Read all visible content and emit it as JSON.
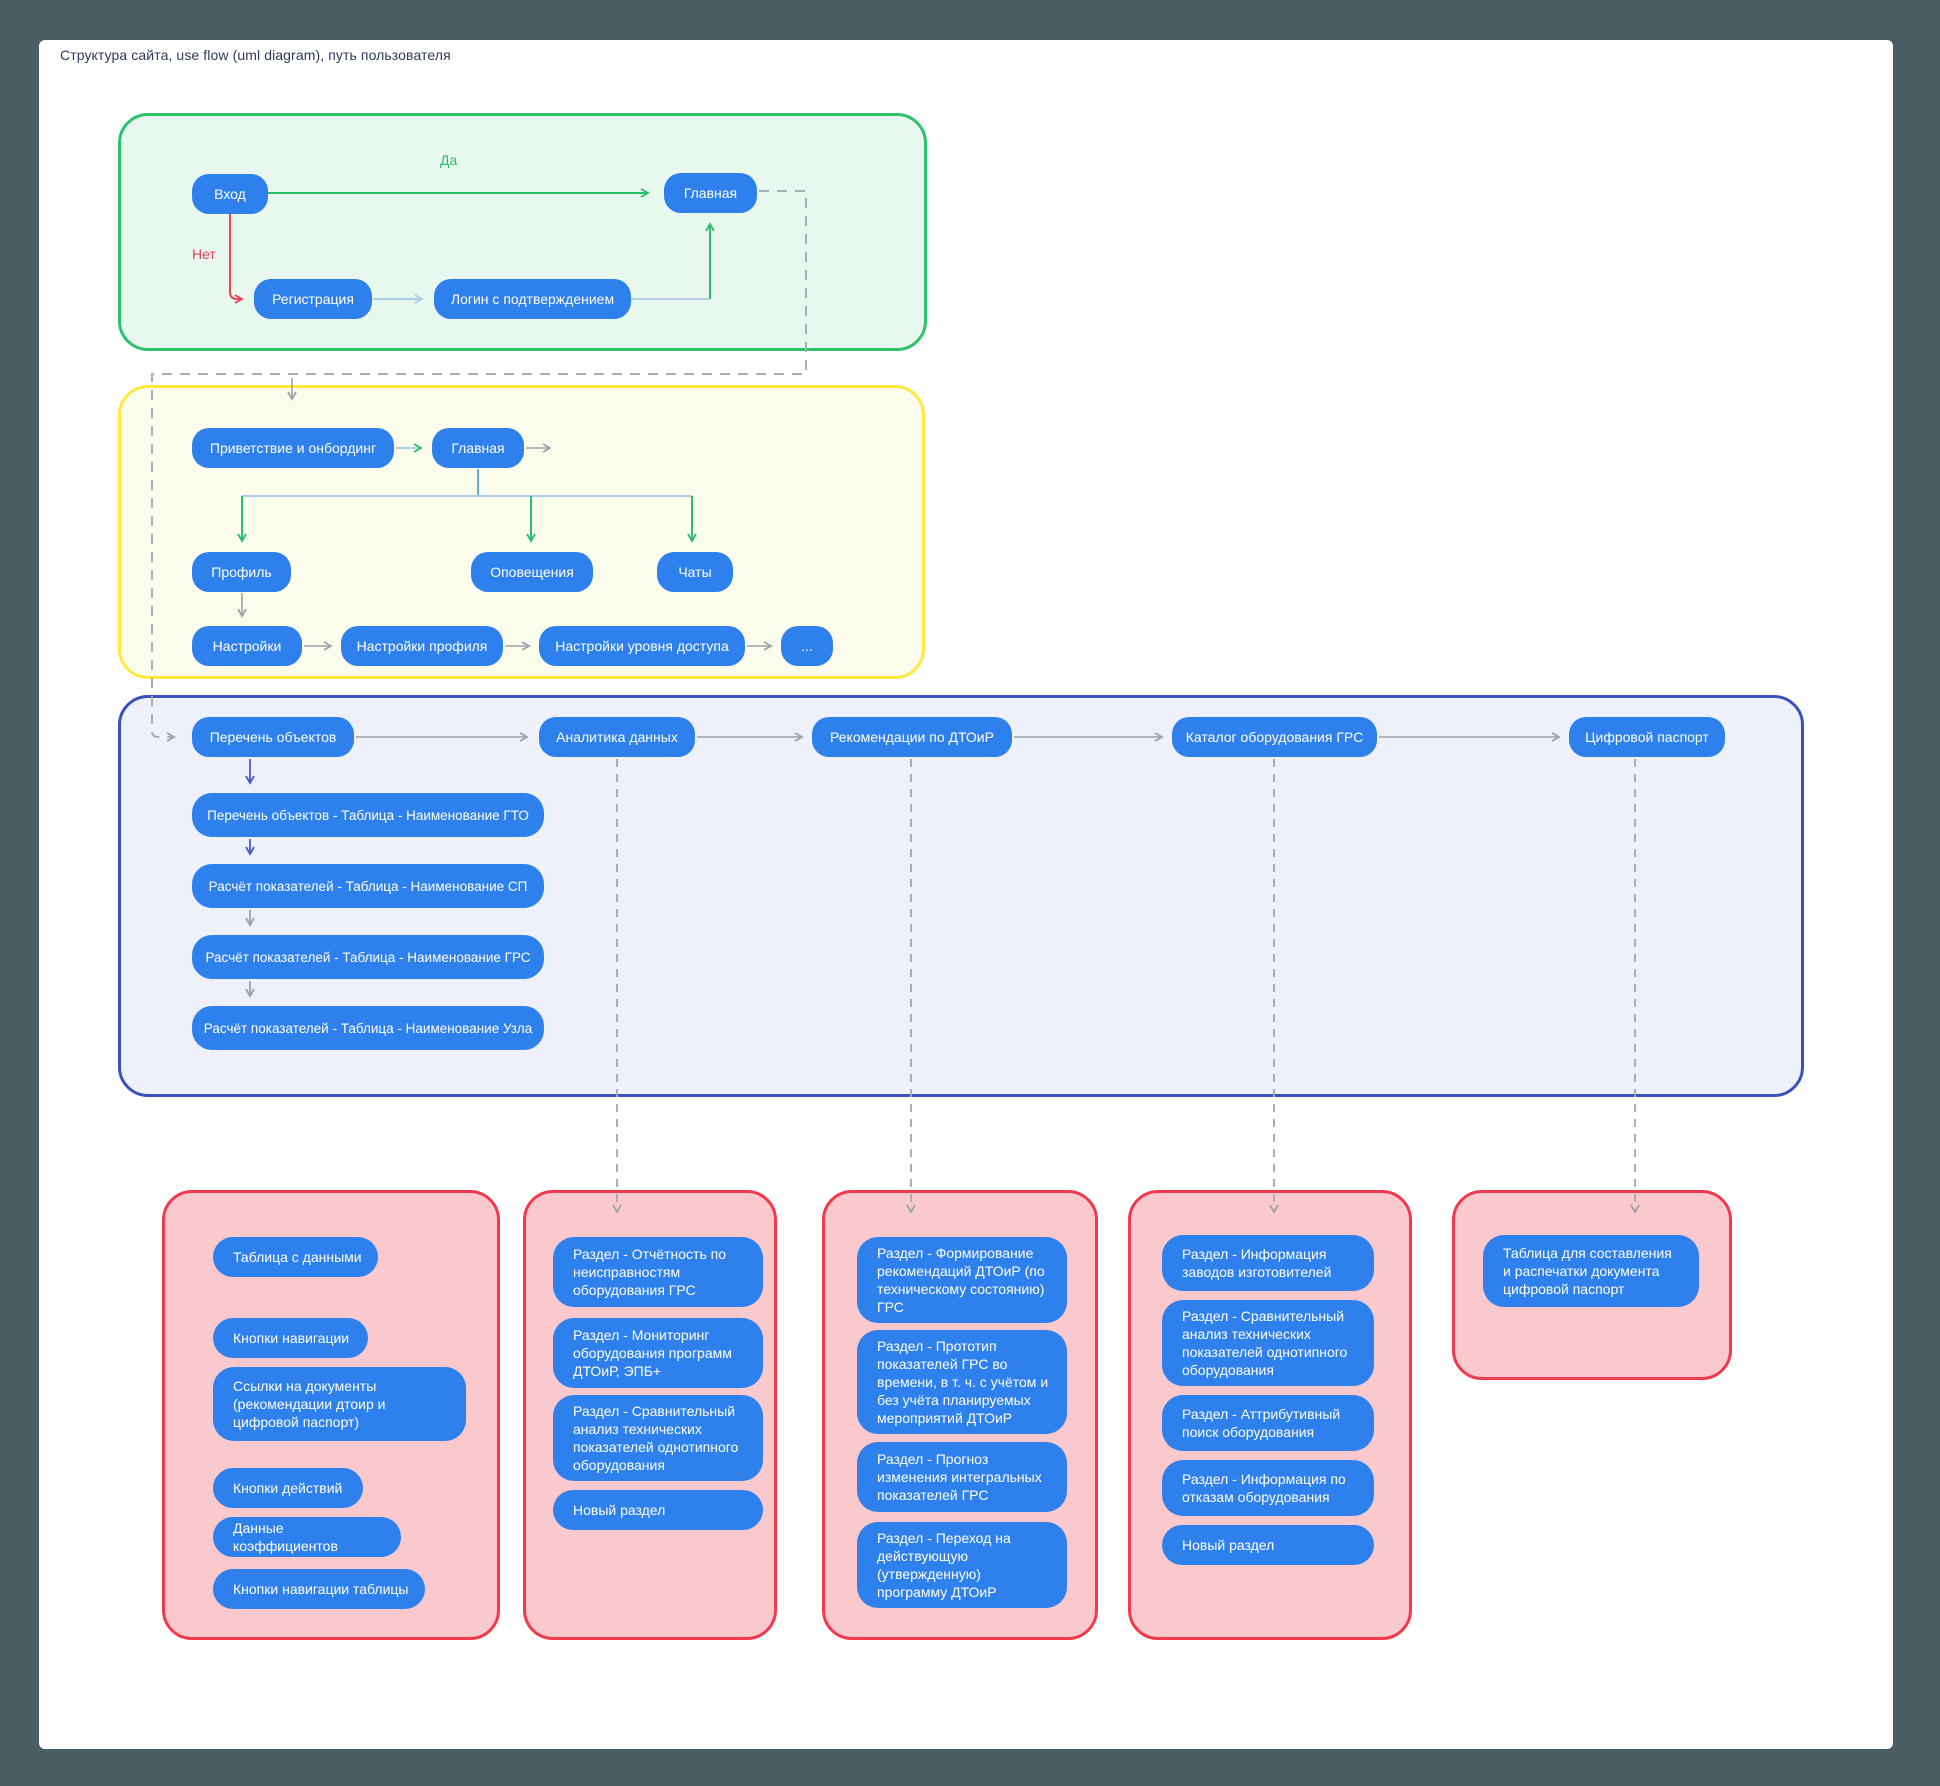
{
  "page": {
    "title": "Структура сайта, use flow (uml diagram), путь пользователя"
  },
  "colors": {
    "node_fill": "#2e80ec",
    "auth_group_border": "#2cc36d",
    "onboarding_group_border": "#ffe93c",
    "main_group_border": "#3950bd",
    "panel_group_border": "#f23a4c",
    "panel_group_fill": "#fac9ce",
    "yes_label": "#29bd6e",
    "no_label": "#ea4256"
  },
  "auth": {
    "entry": "Вход",
    "home": "Главная",
    "yes": "Да",
    "no": "Нет",
    "register": "Регистрация",
    "login_confirm": "Логин с подтверждением"
  },
  "onboarding": {
    "welcome": "Приветствие и онбординг",
    "home": "Главная",
    "profile": "Профиль",
    "notifications": "Оповещения",
    "chats": "Чаты",
    "settings": "Настройки",
    "profile_settings": "Настройки профиля",
    "access_settings": "Настройки уровня доступа",
    "more": "..."
  },
  "main": {
    "sections": [
      "Перечень объектов",
      "Аналитика данных",
      "Рекомендации по ДТОиР",
      "Каталог оборудования ГРС",
      "Цифровой паспорт"
    ],
    "object_tables": [
      "Перечень объектов - Таблица - Наименование ГТО",
      "Расчёт показателей - Таблица - Наименование СП",
      "Расчёт показателей - Таблица - Наименование ГРС",
      "Расчёт показателей - Таблица - Наименование Узла"
    ]
  },
  "panels": [
    {
      "items": [
        "Таблица с данными",
        "Кнопки навигации",
        "Ссылки на документы (рекомендации дтоир и цифровой паспорт)",
        "Кнопки действий",
        "Данные коэффициентов",
        "Кнопки навигации таблицы"
      ]
    },
    {
      "items": [
        "Раздел - Отчётность по неисправностям оборудования ГРС",
        "Раздел - Мониторинг оборудования программ ДТОиР, ЭПБ+",
        "Раздел - Сравнительный анализ технических показателей однотипного оборудования",
        "Новый раздел"
      ]
    },
    {
      "items": [
        "Раздел - Формирование рекомендаций ДТОиР (по техническому состоянию) ГРС",
        "Раздел - Прототип показателей ГРС во времени, в т. ч. с учётом и без учёта планируемых мероприятий ДТОиР",
        "Раздел - Прогноз изменения интегральных показателей ГРС",
        "Раздел - Переход на действующую (утвержденную) программу ДТОиР"
      ]
    },
    {
      "items": [
        "Раздел - Информация заводов изготовителей",
        "Раздел - Сравнительный анализ технических показателей однотипного оборудования",
        "Раздел - Аттрибутивный поиск оборудования",
        "Раздел - Информация по отказам оборудования",
        "Новый раздел"
      ]
    },
    {
      "items": [
        "Таблица для составления и распечатки документа цифровой паспорт"
      ]
    }
  ]
}
